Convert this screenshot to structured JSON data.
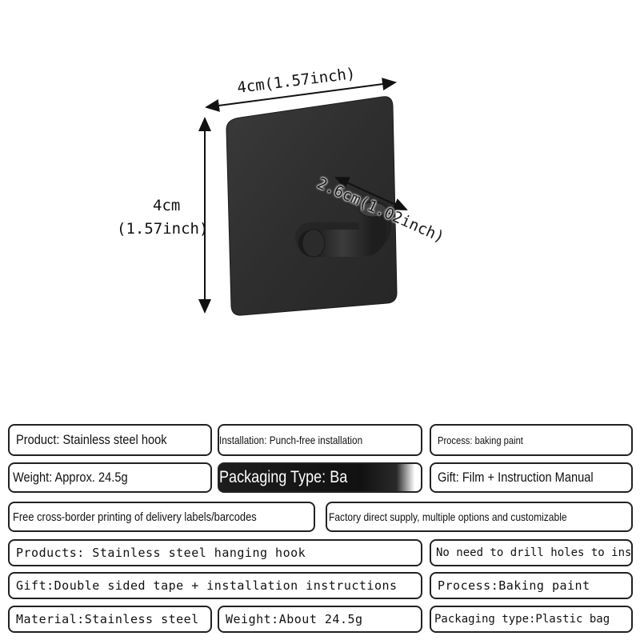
{
  "dimensions": {
    "width": "4cm(1.57inch)",
    "height_cm": "4cm",
    "height_inch": "(1.57inch)",
    "hook_length": "2.6cm(1.02inch)"
  },
  "specs_row1": {
    "product": "Product: Stainless steel hook",
    "installation": "Installation: Punch-free installation",
    "process": "Process: baking paint"
  },
  "specs_row2": {
    "weight": "Weight: Approx. 24.5g",
    "packaging": "Packaging Type: Ba",
    "gift": "Gift: Film + Instruction Manual"
  },
  "specs_row3": {
    "printing": "Free cross-border printing of delivery labels/barcodes",
    "factory": "Factory direct supply, multiple options and customizable"
  },
  "specs_row4": {
    "products": "Products: Stainless steel hanging hook",
    "no_drill": "No need to drill holes to install"
  },
  "specs_row5": {
    "gift": "Gift:Double sided tape + installation instructions",
    "process": "Process:Baking paint"
  },
  "specs_row6": {
    "material": "Material:Stainless steel",
    "weight": "Weight:About 24.5g",
    "packaging": "Packaging type:Plastic bag"
  }
}
